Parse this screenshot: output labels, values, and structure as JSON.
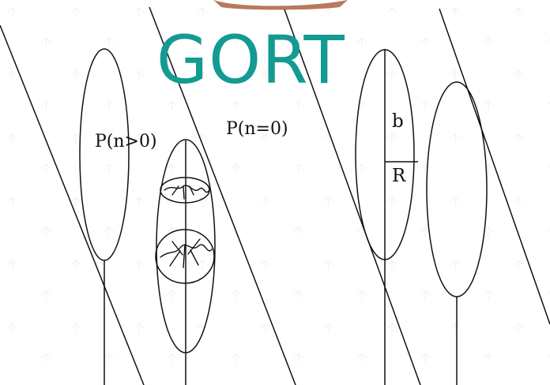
{
  "diagram": {
    "title": "GORT",
    "labels": {
      "p_greater": "P(n>0)",
      "p_equal": "P(n=0)",
      "b": "b",
      "r": "R"
    }
  }
}
